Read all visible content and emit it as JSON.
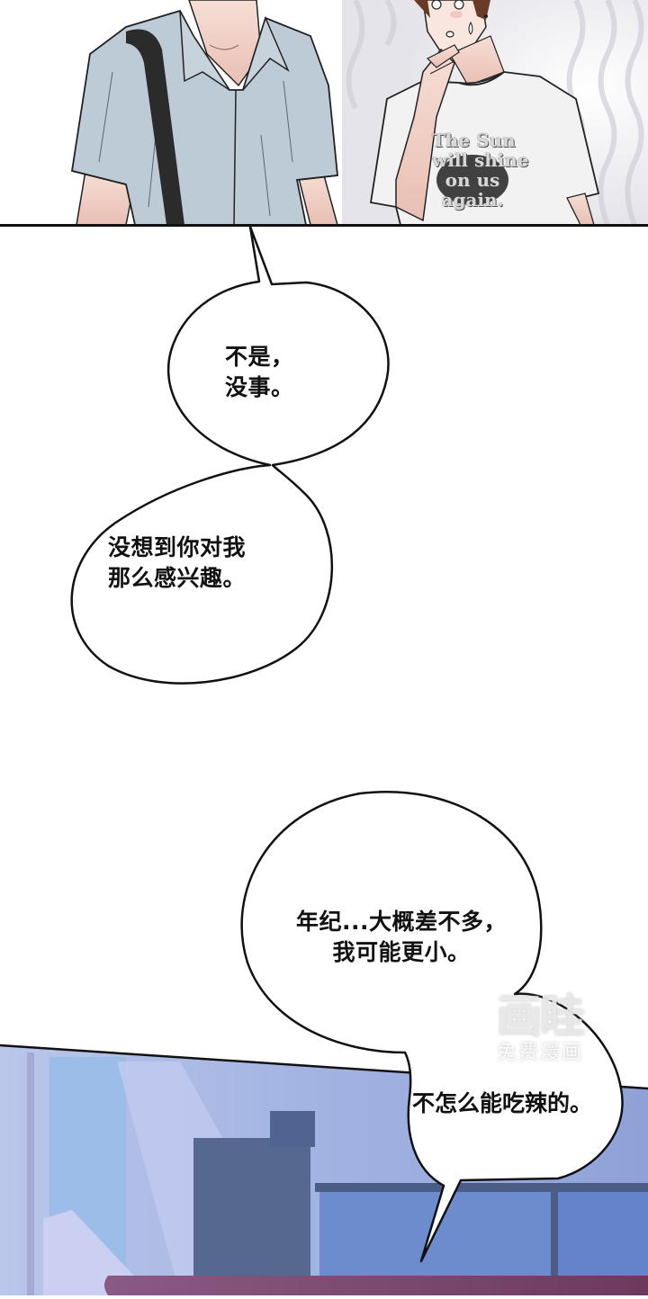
{
  "comic": {
    "panels": [
      {
        "id": "panel-1",
        "description": "Two characters standing: tall man in light blue short-sleeve shirt with black bag strap, and brown-haired young man in white T-shirt touching his chin, sweating",
        "shirt_print": "The Sun\nwill shine\non us\nagain."
      },
      {
        "id": "panel-2",
        "bubbles": [
          {
            "text": "不是，\n没事。"
          },
          {
            "text": "没想到你对我\n那么感兴趣。"
          }
        ]
      },
      {
        "id": "panel-3",
        "bubbles": [
          {
            "text": "年纪...大概差不多，\n我可能更小。"
          },
          {
            "text": "不怎么能吃辣的。"
          }
        ]
      }
    ],
    "watermark": {
      "logo": "画眭",
      "subtitle": "免费漫画"
    },
    "colors": {
      "shirt_blue": "#bccbd6",
      "skin": "#f1d6cc",
      "strap": "#2b2b2b",
      "bg_blue_light": "#b9c6ea",
      "bg_blue_mid": "#6e8fcf",
      "bg_blue_dark": "#4f648f",
      "railing_red": "#7a4a76"
    }
  }
}
